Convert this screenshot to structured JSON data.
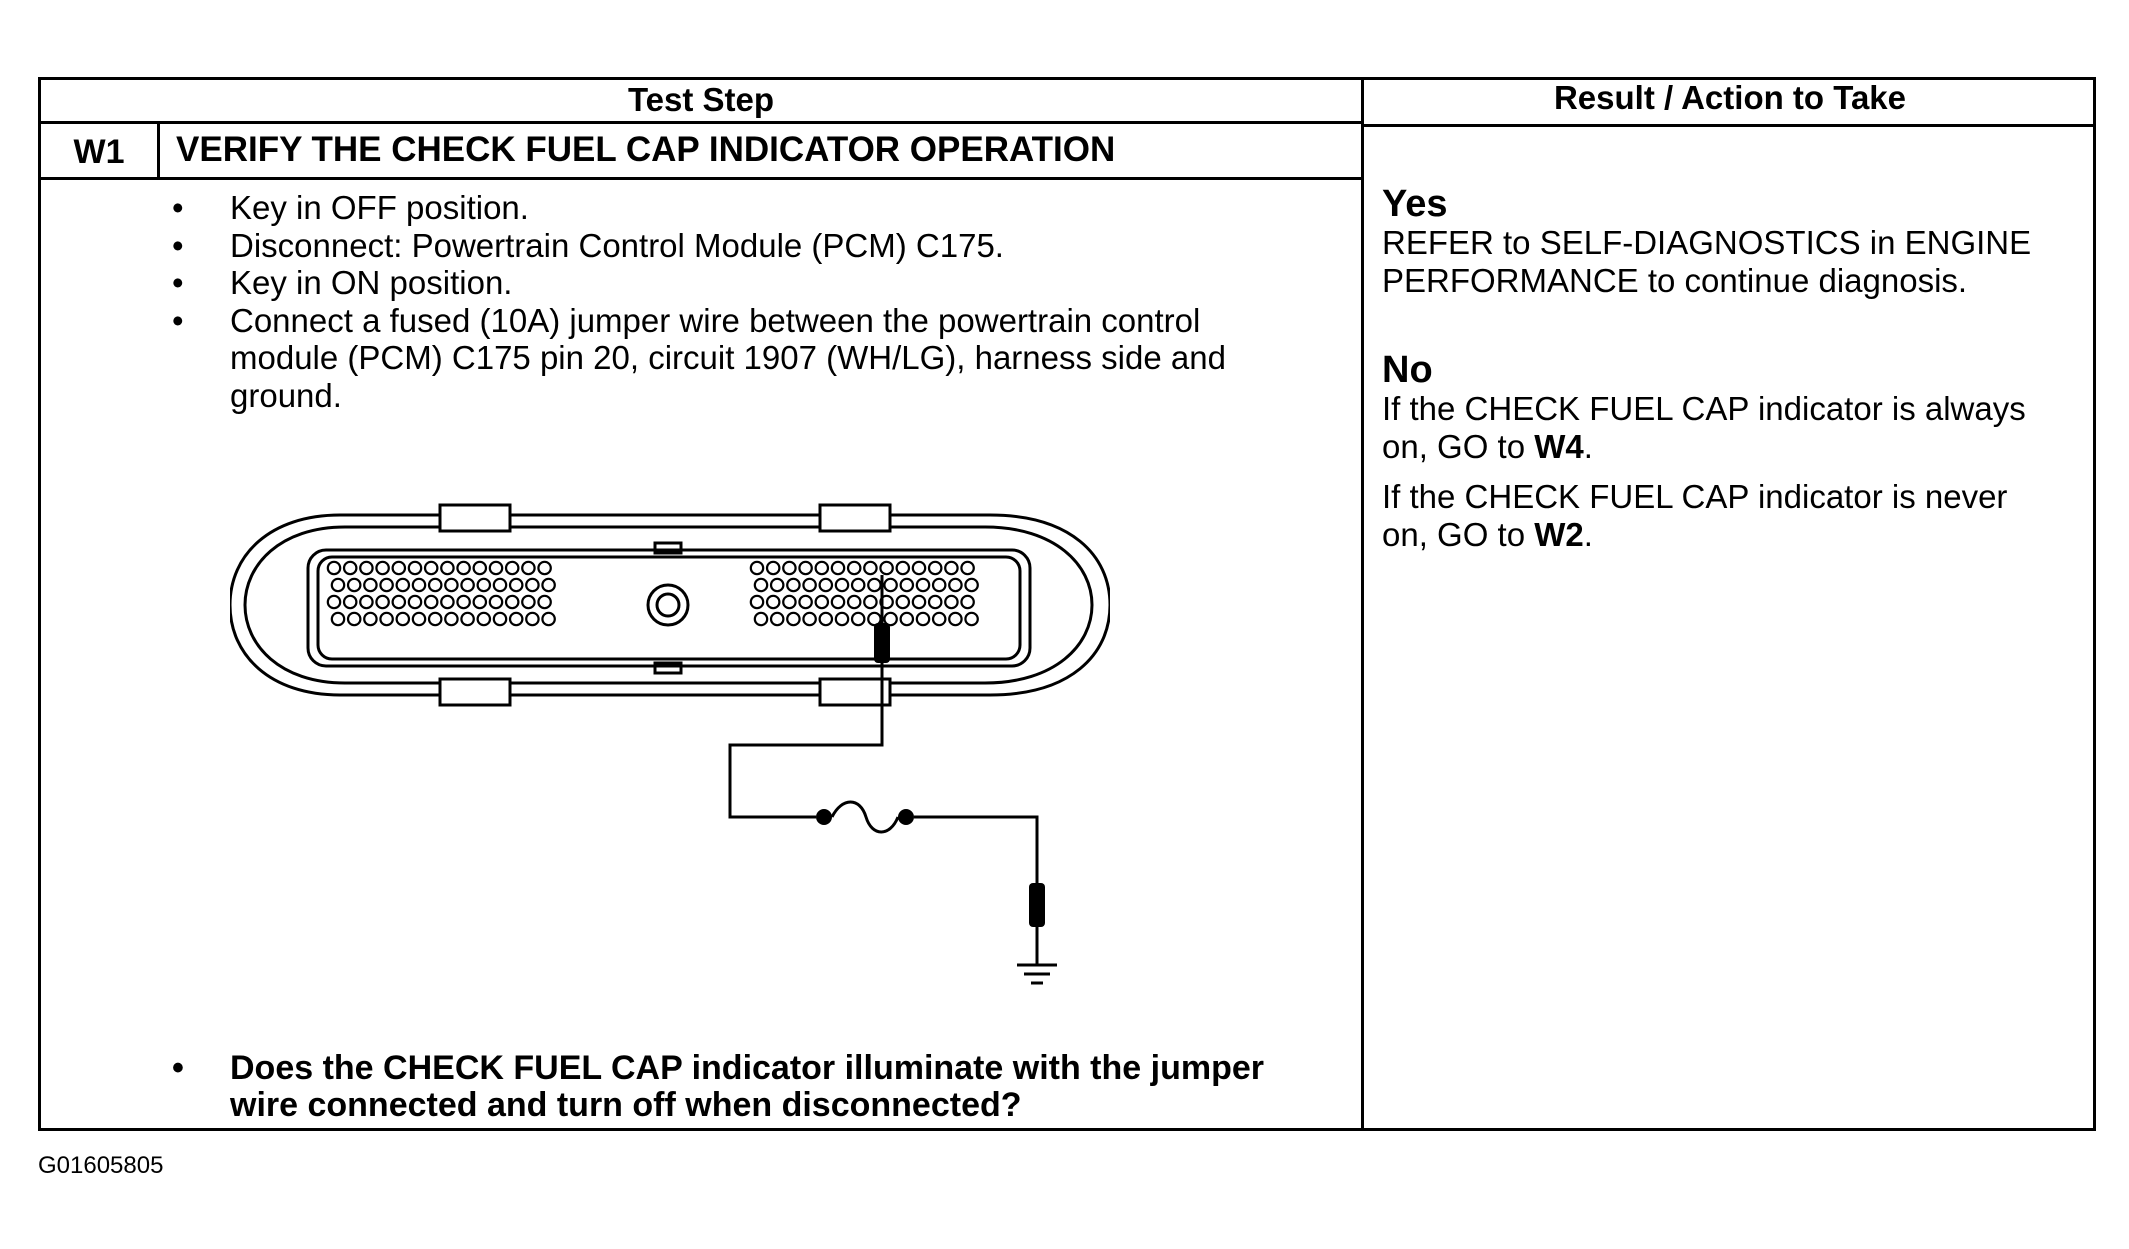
{
  "table": {
    "header_test_step": "Test Step",
    "header_result": "Result / Action to Take",
    "step_id": "W1",
    "step_title": "VERIFY THE CHECK FUEL CAP INDICATOR OPERATION",
    "instructions": [
      "Key in OFF position.",
      "Disconnect: Powertrain Control Module (PCM) C175.",
      "Key in ON position.",
      "Connect a fused (10A) jumper wire between the powertrain control module (PCM) C175 pin 20, circuit 1907 (WH/LG), harness side and ground."
    ],
    "question": "Does the CHECK FUEL CAP indicator illuminate with the jumper wire connected and turn off when disconnected?"
  },
  "results": {
    "yes_label": "Yes",
    "yes_text": "REFER to SELF-DIAGNOSTICS in ENGINE PERFORMANCE to continue diagnosis.",
    "no_label": "No",
    "no_text_1_pre": "If the CHECK FUEL CAP indicator is always on, GO to ",
    "no_text_1_ref": "W4",
    "no_text_1_post": ".",
    "no_text_2_pre": "If the CHECK FUEL CAP indicator is never on, GO to ",
    "no_text_2_ref": "W2",
    "no_text_2_post": "."
  },
  "figure_id": "G01605805"
}
